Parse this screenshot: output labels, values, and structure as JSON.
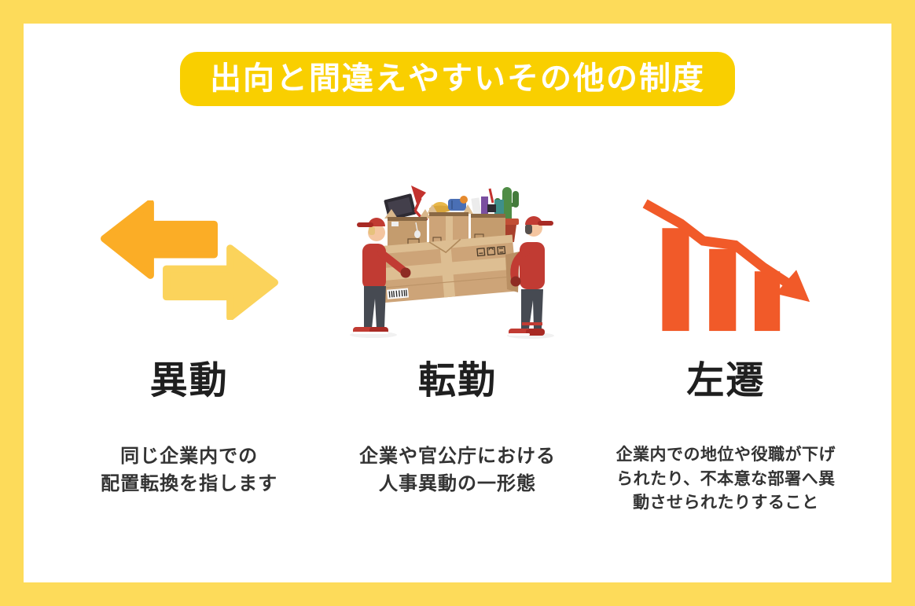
{
  "page": {
    "frame_color": "#FDDB5A",
    "panel_color": "#FFFFFF"
  },
  "header": {
    "title": "出向と間違えやすいその他の制度",
    "badge_color": "#F9CF00",
    "title_text_color": "#FFFFFF"
  },
  "columns": [
    {
      "id": "ido",
      "icon": "transfer-arrows-icon",
      "icon_colors": {
        "left_arrow": "#FBAD26",
        "right_arrow": "#FBD35B"
      },
      "heading": "異動",
      "description_lines": [
        "同じ企業内での",
        "配置転換を指します"
      ]
    },
    {
      "id": "tenkin",
      "icon": "movers-carrying-box-illustration",
      "icon_colors": {
        "uniform": "#C13B33",
        "box": "#CDA478",
        "pants": "#464A52"
      },
      "heading": "転勤",
      "description_lines": [
        "企業や官公庁における",
        "人事異動の一形態"
      ]
    },
    {
      "id": "sasen",
      "icon": "declining-bar-chart-icon",
      "icon_colors": {
        "bars_and_arrow": "#F15A29"
      },
      "heading": "左遷",
      "description_lines": [
        "企業内での地位や役職が下げ",
        "られたり、不本意な部署へ異",
        "動させられたりすること"
      ]
    }
  ]
}
